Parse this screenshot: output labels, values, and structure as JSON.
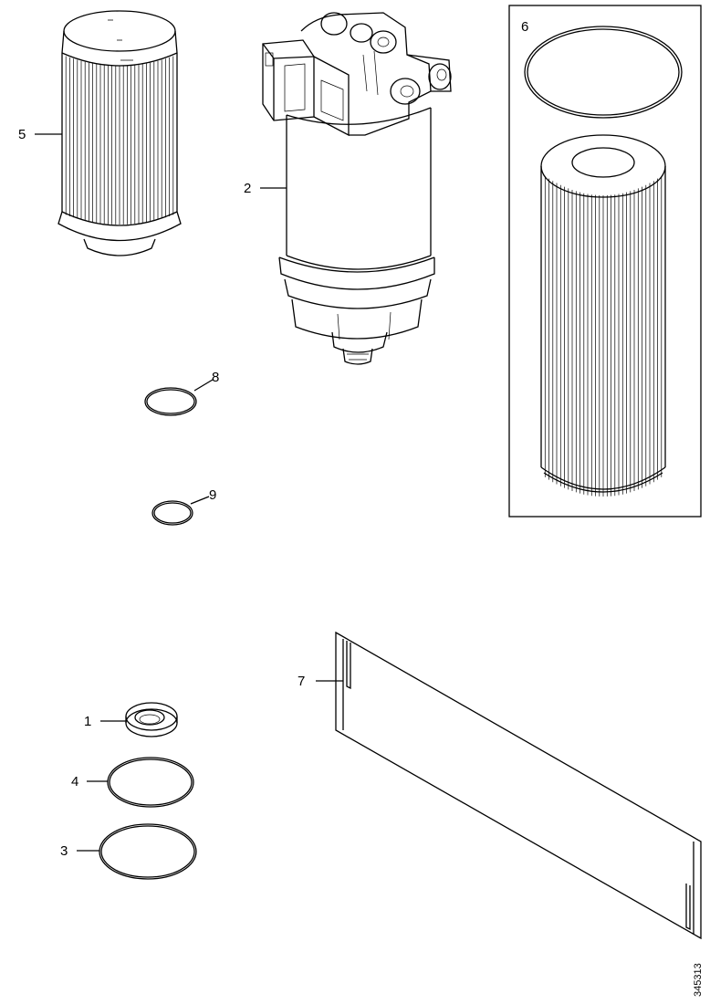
{
  "callouts": {
    "c1": "1",
    "c2": "2",
    "c3": "3",
    "c4": "4",
    "c5": "5",
    "c6": "6",
    "c7": "7",
    "c8": "8",
    "c9": "9"
  },
  "drawing_id": "345313"
}
